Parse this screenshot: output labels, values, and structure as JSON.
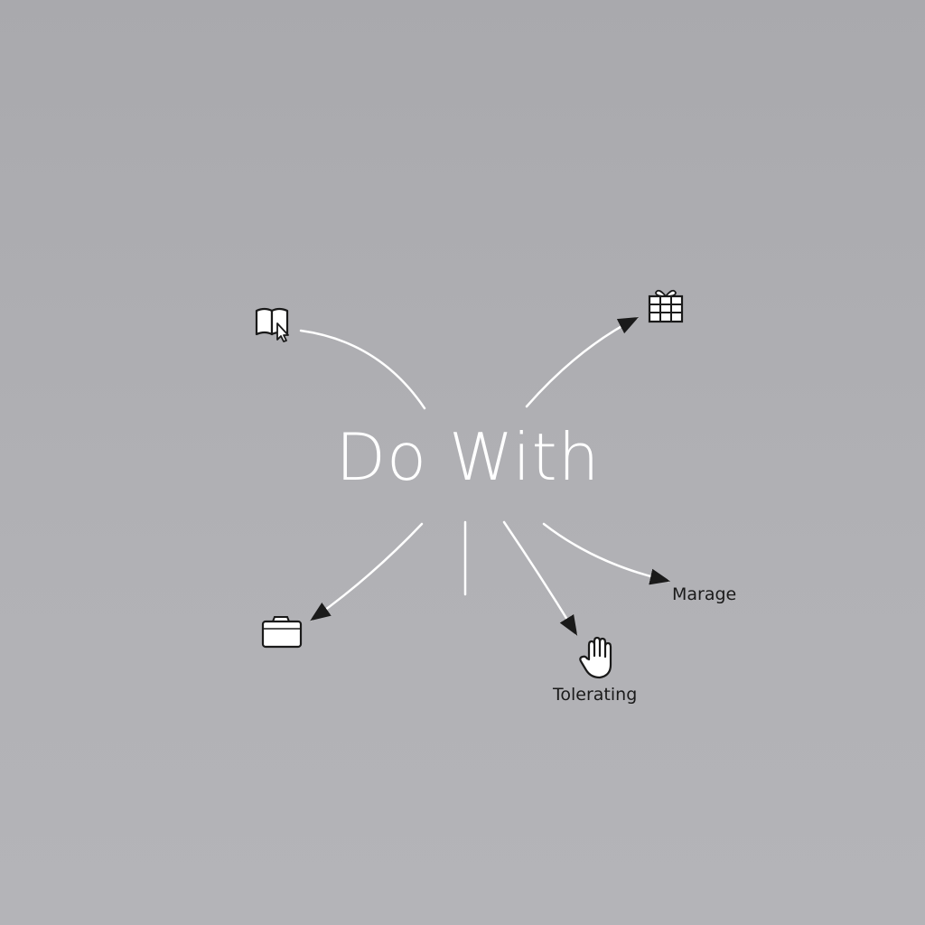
{
  "diagram": {
    "center": {
      "label": "Do With"
    },
    "colors": {
      "background_top": "#a9a9ad",
      "background_bottom": "#b4b4b8",
      "connector": "#ffffff",
      "center_text": "#ffffff",
      "label_text": "#1a1a1a",
      "icon_stroke": "#1a1a1a"
    },
    "nodes": [
      {
        "id": "book",
        "icon": "open-book-with-cursor-icon",
        "label": ""
      },
      {
        "id": "gift",
        "icon": "gift-box-icon",
        "label": ""
      },
      {
        "id": "folder",
        "icon": "folder-icon",
        "label": ""
      },
      {
        "id": "tolerating",
        "icon": "raised-hand-icon",
        "label": "Tolerating"
      },
      {
        "id": "manage",
        "icon": "",
        "label": "Marage"
      }
    ]
  }
}
